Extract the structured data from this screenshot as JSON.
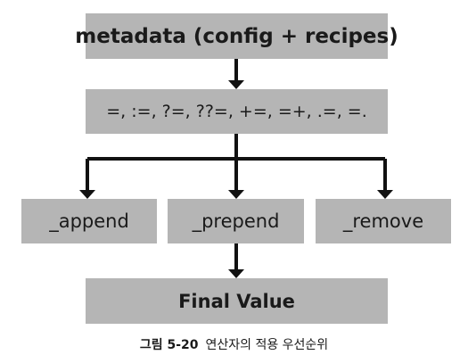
{
  "nodes": {
    "top": "metadata (config + recipes)",
    "operators": "=, :=, ?=, ??=, +=, =+, .=, =.",
    "append": "_append",
    "prepend": "_prepend",
    "remove": "_remove",
    "final": "Final Value"
  },
  "caption": {
    "label": "그림 5-20",
    "text": "연산자의 적용 우선순위"
  },
  "colors": {
    "box_fill": "#b5b5b5",
    "arrow": "#111111"
  }
}
